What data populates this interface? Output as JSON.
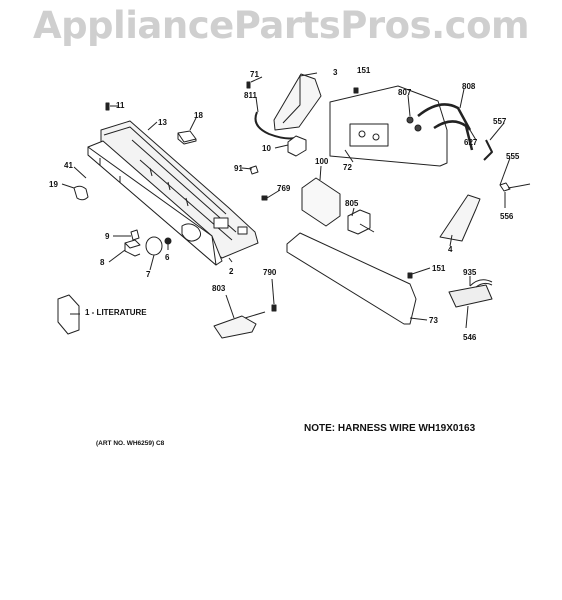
{
  "watermark": "AppliancePartsPros.com",
  "note": "NOTE: HARNESS WIRE WH19X0163",
  "art_number": "(ART NO. WH6259) C8",
  "literature_label": "1 - LITERATURE",
  "callouts": {
    "c71": "71",
    "c3": "3",
    "c151a": "151",
    "c811": "811",
    "c807": "807",
    "c808": "808",
    "c11": "11",
    "c18": "18",
    "c13": "13",
    "c557": "557",
    "c10": "10",
    "c627": "627",
    "c100": "100",
    "c72": "72",
    "c555": "555",
    "c41": "41",
    "c91": "91",
    "c769": "769",
    "c19": "19",
    "c556": "556",
    "c805": "805",
    "c9": "9",
    "c6": "6",
    "c4": "4",
    "c8": "8",
    "c7": "7",
    "c2": "2",
    "c790": "790",
    "c151b": "151",
    "c935": "935",
    "c803": "803",
    "c73": "73",
    "c546": "546"
  }
}
